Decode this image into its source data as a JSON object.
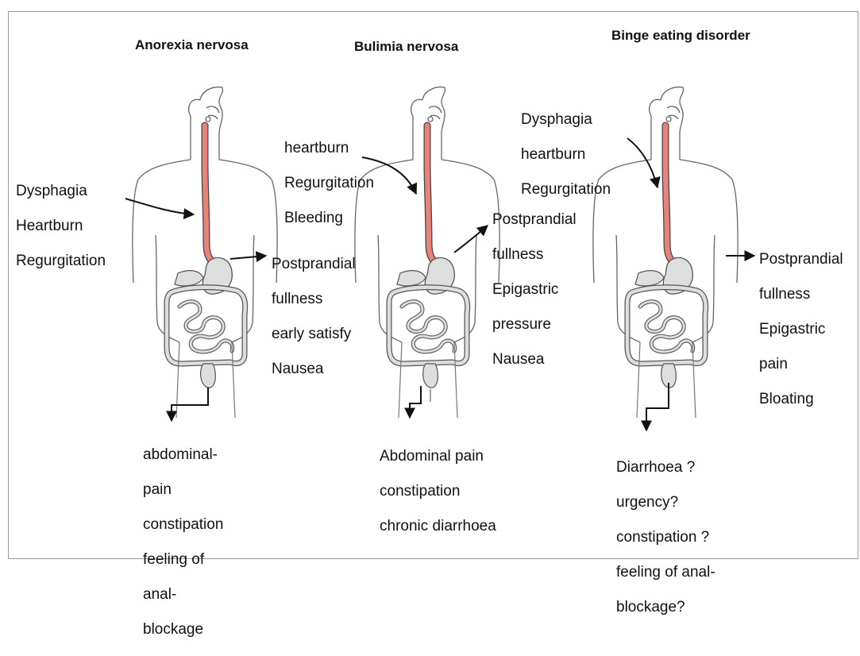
{
  "columns": [
    {
      "title": [
        "Anorexia",
        "nervosa"
      ],
      "upper": [
        "Dysphagia",
        "Heartburn",
        "Regurgitation"
      ],
      "stomach": [
        "Postprandial",
        "fullness",
        "early satisfy",
        "Nausea"
      ],
      "lower": [
        "abdominal-",
        "pain",
        "constipation",
        "feeling of",
        "anal-",
        "blockage"
      ]
    },
    {
      "title": [
        "Bulimia",
        "nervosa"
      ],
      "upper": [
        "heartburn",
        "Regurgitation",
        "Bleeding"
      ],
      "stomach": [
        "Postprandial",
        "fullness",
        "Epigastric",
        "pressure",
        "Nausea"
      ],
      "lower": [
        "Abdominal pain",
        "constipation",
        "chronic diarrhoea"
      ]
    },
    {
      "title": [
        "Binge eating",
        "disorder"
      ],
      "upper": [
        "Dysphagia",
        "heartburn",
        "Regurgitation"
      ],
      "stomach": [
        "Postprandial",
        "fullness",
        "Epigastric",
        "pain",
        "Bloating"
      ],
      "lower": [
        "Diarrhoea ?",
        "urgency?",
        "constipation ?",
        "feeling of anal-",
        "blockage?"
      ]
    }
  ],
  "colors": {
    "esophagus": "#e8837b",
    "organ_fill": "#dedede",
    "outline": "#555555",
    "arrow": "#111111"
  }
}
